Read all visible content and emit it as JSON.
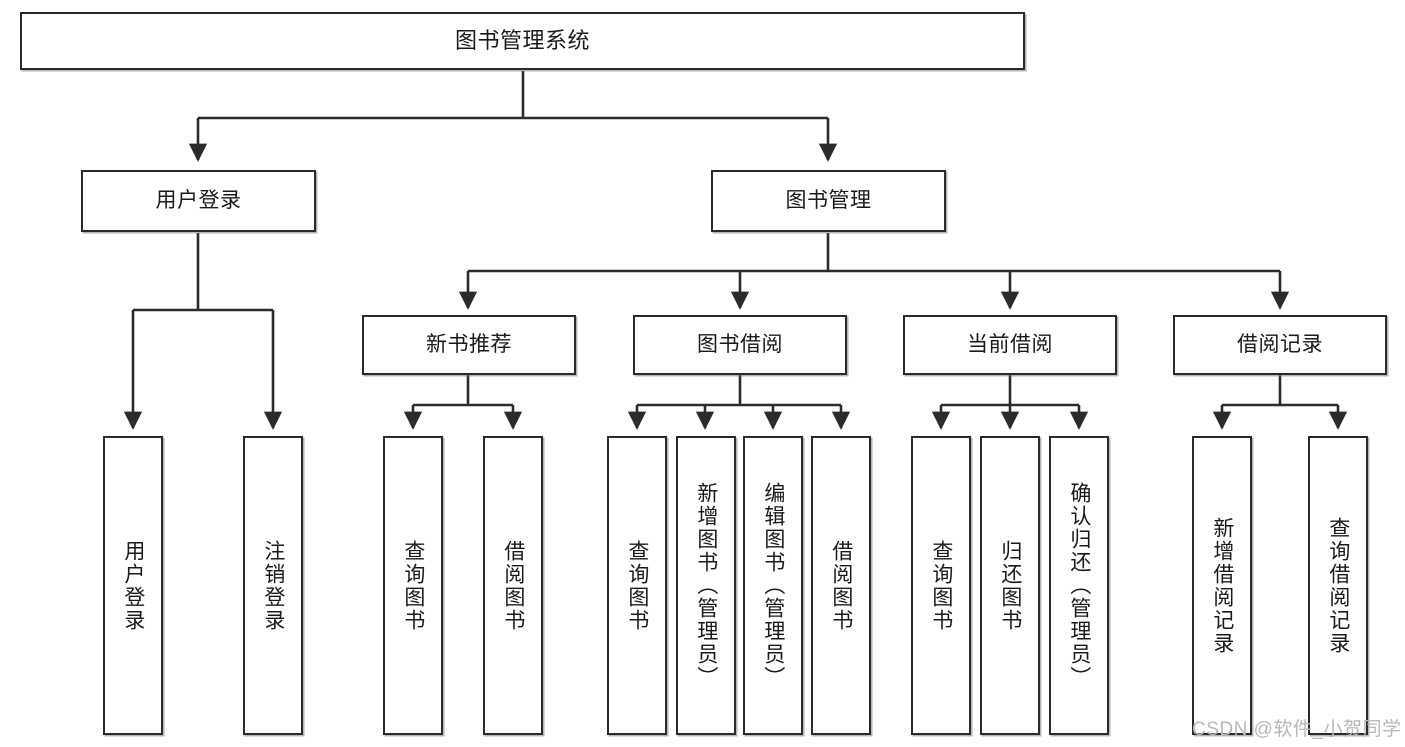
{
  "diagram": {
    "title": "图书管理系统",
    "type": "hierarchy-tree",
    "watermark": "CSDN @软件_小贺同学",
    "accent_color": "#2b2b2b",
    "background_color": "#ffffff",
    "nodes": {
      "root": {
        "label": "图书管理系统",
        "level": 0
      },
      "l1": [
        {
          "id": "user-login",
          "label": "用户登录",
          "level": 1
        },
        {
          "id": "book-manage",
          "label": "图书管理",
          "level": 1
        }
      ],
      "l2": [
        {
          "id": "new-book-rec",
          "label": "新书推荐",
          "level": 2,
          "parent": "book-manage"
        },
        {
          "id": "book-borrow",
          "label": "图书借阅",
          "level": 2,
          "parent": "book-manage"
        },
        {
          "id": "current-borrow",
          "label": "当前借阅",
          "level": 2,
          "parent": "book-manage"
        },
        {
          "id": "borrow-record",
          "label": "借阅记录",
          "level": 2,
          "parent": "book-manage"
        }
      ],
      "leaves": [
        {
          "id": "leaf-user-login",
          "label": "用户登录",
          "parent": "user-login"
        },
        {
          "id": "leaf-logout",
          "label": "注销登录",
          "parent": "user-login"
        },
        {
          "id": "leaf-query-book-1",
          "label": "查询图书",
          "parent": "new-book-rec"
        },
        {
          "id": "leaf-borrow-book-1",
          "label": "借阅图书",
          "parent": "new-book-rec"
        },
        {
          "id": "leaf-query-book-2",
          "label": "查询图书",
          "parent": "book-borrow"
        },
        {
          "id": "leaf-add-book",
          "label": "新增图书（管理员）",
          "parent": "book-borrow"
        },
        {
          "id": "leaf-edit-book",
          "label": "编辑图书（管理员）",
          "parent": "book-borrow"
        },
        {
          "id": "leaf-borrow-book-2",
          "label": "借阅图书",
          "parent": "book-borrow"
        },
        {
          "id": "leaf-query-book-3",
          "label": "查询图书",
          "parent": "current-borrow"
        },
        {
          "id": "leaf-return-book",
          "label": "归还图书",
          "parent": "current-borrow"
        },
        {
          "id": "leaf-confirm-return",
          "label": "确认归还（管理员）",
          "parent": "current-borrow"
        },
        {
          "id": "leaf-add-record",
          "label": "新增借阅记录",
          "parent": "borrow-record"
        },
        {
          "id": "leaf-query-record",
          "label": "查询借阅记录",
          "parent": "borrow-record"
        }
      ]
    }
  }
}
